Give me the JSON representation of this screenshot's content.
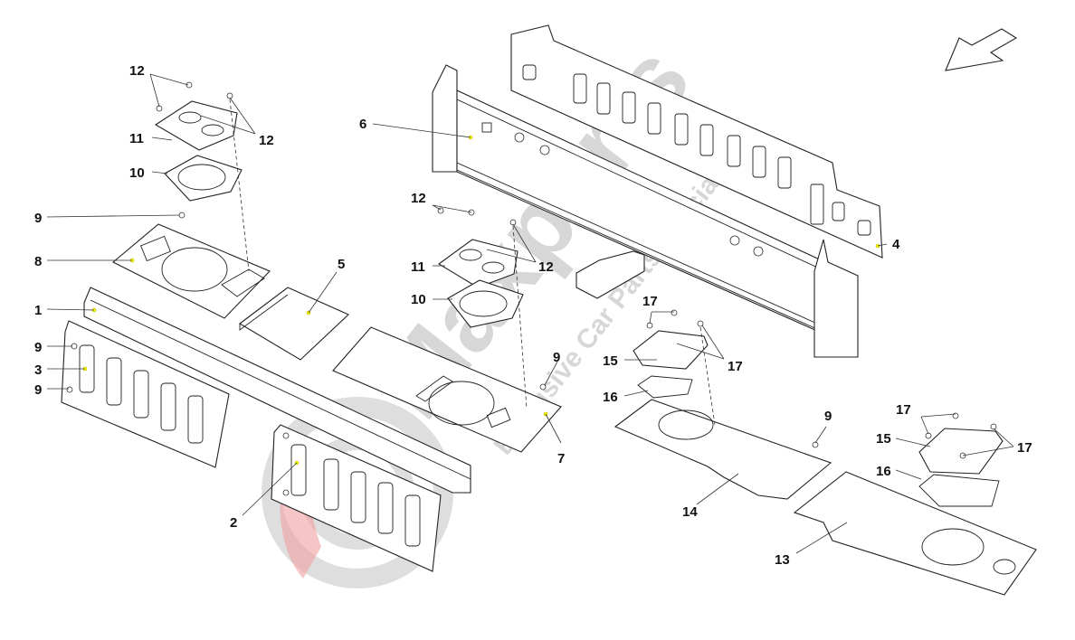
{
  "diagram": {
    "type": "exploded-parts-diagram",
    "watermark": {
      "brand": "Maxparts",
      "tagline": "Exclusive Car Parts specialist"
    },
    "orientation_arrow": "arrow-down-left-icon",
    "callouts": [
      {
        "id": "c1",
        "label": "1"
      },
      {
        "id": "c2",
        "label": "2"
      },
      {
        "id": "c3",
        "label": "3"
      },
      {
        "id": "c4",
        "label": "4"
      },
      {
        "id": "c5",
        "label": "5"
      },
      {
        "id": "c6",
        "label": "6"
      },
      {
        "id": "c7",
        "label": "7"
      },
      {
        "id": "c8",
        "label": "8"
      },
      {
        "id": "c9a",
        "label": "9"
      },
      {
        "id": "c9b",
        "label": "9"
      },
      {
        "id": "c9c",
        "label": "9"
      },
      {
        "id": "c9d",
        "label": "9"
      },
      {
        "id": "c9e",
        "label": "9"
      },
      {
        "id": "c10a",
        "label": "10"
      },
      {
        "id": "c10b",
        "label": "10"
      },
      {
        "id": "c11a",
        "label": "11"
      },
      {
        "id": "c11b",
        "label": "11"
      },
      {
        "id": "c12a",
        "label": "12"
      },
      {
        "id": "c12b",
        "label": "12"
      },
      {
        "id": "c12c",
        "label": "12"
      },
      {
        "id": "c12d",
        "label": "12"
      },
      {
        "id": "c13",
        "label": "13"
      },
      {
        "id": "c14",
        "label": "14"
      },
      {
        "id": "c15a",
        "label": "15"
      },
      {
        "id": "c15b",
        "label": "15"
      },
      {
        "id": "c16a",
        "label": "16"
      },
      {
        "id": "c16b",
        "label": "16"
      },
      {
        "id": "c17a",
        "label": "17"
      },
      {
        "id": "c17b",
        "label": "17"
      },
      {
        "id": "c17c",
        "label": "17"
      },
      {
        "id": "c17d",
        "label": "17"
      }
    ]
  }
}
